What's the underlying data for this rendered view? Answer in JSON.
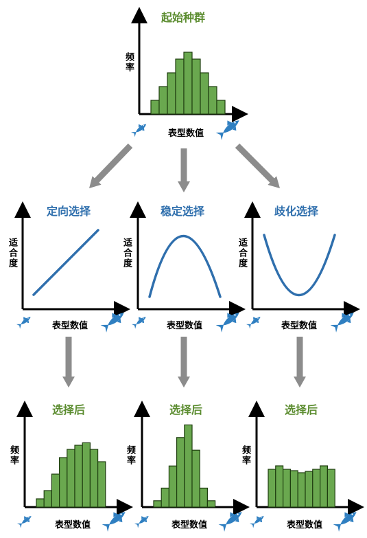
{
  "labels": {
    "start_title": "起始种群",
    "directional": "定向选择",
    "stabilizing": "稳定选择",
    "disruptive": "歧化选择",
    "after": "选择后",
    "frequency": "频率",
    "fitness": "适合度",
    "phenotype": "表型数值"
  },
  "colors": {
    "bar_fill": "#6aa84f",
    "bar_stroke": "#1e3d0f",
    "title_green": "#5b8c2f",
    "title_blue": "#2f6fad",
    "curve": "#2f6fad",
    "arrow": "#8c8c8c",
    "fish": "#2f7fc1"
  },
  "icons": [
    "fish-small-icon",
    "fish-large-icon",
    "arrow-down-icon"
  ],
  "chart_data": [
    {
      "type": "bar",
      "name": "start",
      "values": [
        2,
        4,
        6,
        8,
        9,
        8,
        6,
        4,
        2
      ]
    },
    {
      "type": "line",
      "name": "directional-fitness",
      "shape": "increasing"
    },
    {
      "type": "line",
      "name": "stabilizing-fitness",
      "shape": "peak"
    },
    {
      "type": "line",
      "name": "disruptive-fitness",
      "shape": "valley"
    },
    {
      "type": "bar",
      "name": "after-directional",
      "values": [
        1,
        2,
        4,
        6,
        7,
        7.5,
        7.8,
        7,
        5.5
      ]
    },
    {
      "type": "bar",
      "name": "after-stabilizing",
      "values": [
        1,
        3,
        6.5,
        11,
        13,
        9,
        3,
        1
      ]
    },
    {
      "type": "bar",
      "name": "after-disruptive",
      "values": [
        5.5,
        6,
        5.5,
        5.3,
        5,
        5.2,
        5.5,
        6,
        5.5
      ]
    }
  ]
}
